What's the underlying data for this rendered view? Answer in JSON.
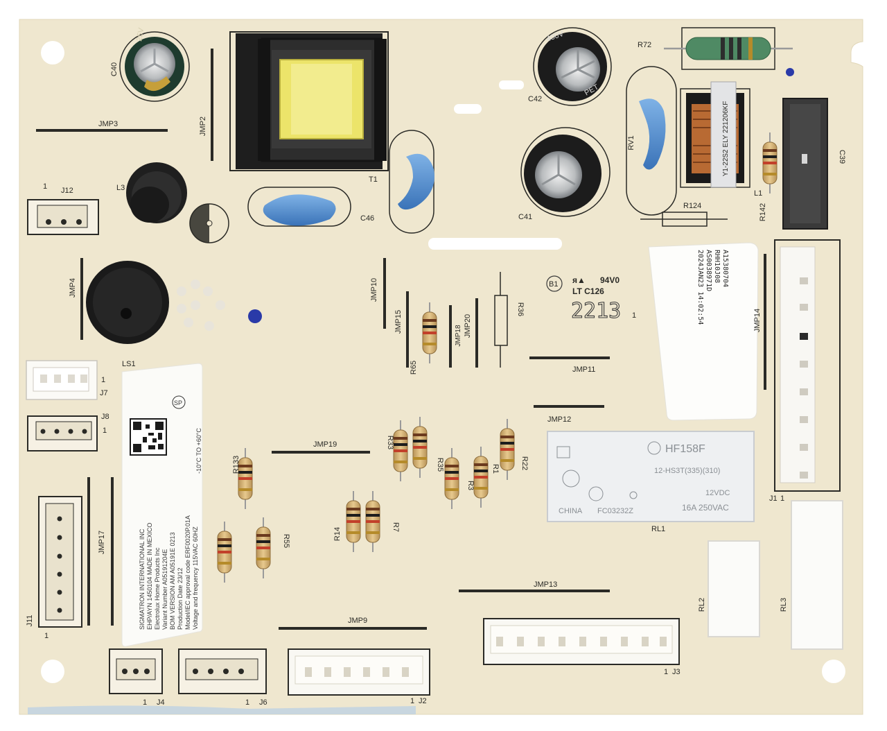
{
  "pcb": {
    "components": {
      "c40": "C40",
      "jmp2": "JMP2",
      "jmp3": "JMP3",
      "j12": "J12",
      "l3": "L3",
      "jmp4": "JMP4",
      "ls1": "LS1",
      "j7": "J7",
      "j8": "J8",
      "j11": "J11",
      "jmp17": "JMP17",
      "j4": "J4",
      "j6": "J6",
      "t1": "T1",
      "c46": "C46",
      "c42": "C42",
      "c41": "C41",
      "r72": "R72",
      "rv1": "RV1",
      "l1": "L1",
      "r124": "R124",
      "r142": "R142",
      "c39": "C39",
      "jmp10": "JMP10",
      "jmp15": "JMP15",
      "r65": "R65",
      "jmp18": "JMP18",
      "jmp20": "JMP20",
      "r36": "R36",
      "jmp11": "JMP11",
      "jmp14": "JMP14",
      "jmp12": "JMP12",
      "jmp19": "JMP19",
      "r133": "R133",
      "r55": "R55",
      "r33": "R33",
      "r35": "R35",
      "r3": "R3",
      "r1": "R1",
      "r22": "R22",
      "r14": "R14",
      "r7": "R7",
      "rl1": "RL1",
      "rl2": "RL2",
      "rl3": "RL3",
      "j1": "J1",
      "jmp13": "JMP13",
      "jmp9": "JMP9",
      "j2": "J2",
      "j3": "J3"
    },
    "pin_one": "1",
    "pin_marks": [
      "1",
      "1",
      "1",
      "1",
      "1",
      "1",
      "1",
      "1",
      "1"
    ],
    "ul_mark": "94V0",
    "date_code_label": "LT C126",
    "circle_mark": "B1",
    "date_digits": "2213",
    "date_digits_small": "1",
    "cap_c40_marking": "25V",
    "cap_c42_marking": "400V",
    "cap_c42_pet": "PET",
    "choke_marking": "Y1-22S2 ELY 221206KF",
    "relay": {
      "brand": "HF158F",
      "model": "12-HS3T(335)(310)",
      "coil": "12VDC",
      "rating": "16A 250VAC",
      "origin": "CHINA",
      "code": "FC03232Z"
    },
    "sticker_right": [
      "A15380704",
      "RHH10J08",
      "AS0038971D",
      "2024JAN23 14:02:54"
    ],
    "label_left": [
      "SIGMATRON INTERNATIONAL INC",
      "EHP/AYN 1450104 MADE IN MEXICO",
      "Electrolux Home Products Inc",
      "Variant Number A05191204E",
      "BOM VERSION AM A05191E  0213",
      "Production Date 23/12",
      "Model/IEC approval code ERF0020P.01A",
      "Voltage and frequency 115VAC 60HZ"
    ],
    "temp_range": "-10°C TO +60°C",
    "cert_mark": "SP",
    "colors": {
      "board": "#efe7cf",
      "silkscreen": "#2a2a26",
      "resistor_body": "#d7b67a",
      "capacitor_blue": "#4a86c8",
      "relay_body": "#eef0f2",
      "transformer_core": "#2b2b2b",
      "winding_yellow": "#ece46a"
    }
  }
}
